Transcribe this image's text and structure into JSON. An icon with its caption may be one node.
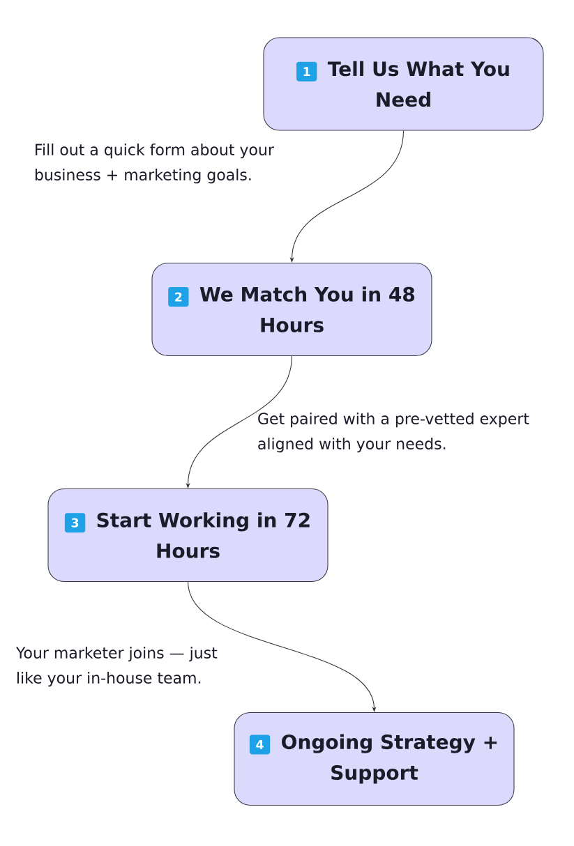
{
  "diagram": {
    "nodes": [
      {
        "text": [
          "1",
          "Tell Us What You Need"
        ]
      },
      {
        "text": [
          "2",
          "We Match You in 48 Hours"
        ]
      },
      {
        "text": [
          "3",
          "Start Working in 72 Hours"
        ]
      },
      {
        "text": [
          "4",
          "Ongoing Strategy + Support"
        ]
      }
    ],
    "edges": [
      {
        "from": 0,
        "to": 1,
        "arrow": "to",
        "label": "Fill out a quick form about your business + marketing goals."
      },
      {
        "from": 1,
        "to": 2,
        "arrow": "to",
        "label": "Get paired with a pre-vetted expert aligned with your needs."
      },
      {
        "from": 2,
        "to": 3,
        "arrow": "to",
        "label": "Your marketer joins — just like your in-house team."
      }
    ]
  }
}
